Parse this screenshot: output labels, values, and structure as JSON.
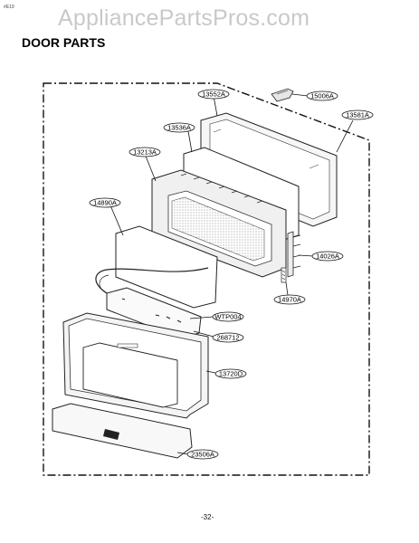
{
  "page": {
    "watermark": "AppliancePartsPros.com",
    "corner_code": "#E19",
    "title": "DOOR PARTS",
    "page_number": "-32-"
  },
  "parts": [
    {
      "id": "15006A",
      "icon": "small-clip"
    },
    {
      "id": "13552A",
      "icon": "outer-door-frame"
    },
    {
      "id": "13581A",
      "icon": "door-choke"
    },
    {
      "id": "13536A",
      "icon": "glass-panel"
    },
    {
      "id": "13213A",
      "icon": "inner-door-frame"
    },
    {
      "id": "14890A",
      "icon": "insulation-sheet"
    },
    {
      "id": "14026A",
      "icon": "hinge-bracket"
    },
    {
      "id": "14970A",
      "icon": "latch-spring"
    },
    {
      "id": "WTP004",
      "icon": "control-pcb"
    },
    {
      "id": "268712",
      "icon": "pcb-connector"
    },
    {
      "id": "13720D",
      "icon": "door-front-panel"
    },
    {
      "id": "23506A",
      "icon": "handle-trim"
    }
  ]
}
